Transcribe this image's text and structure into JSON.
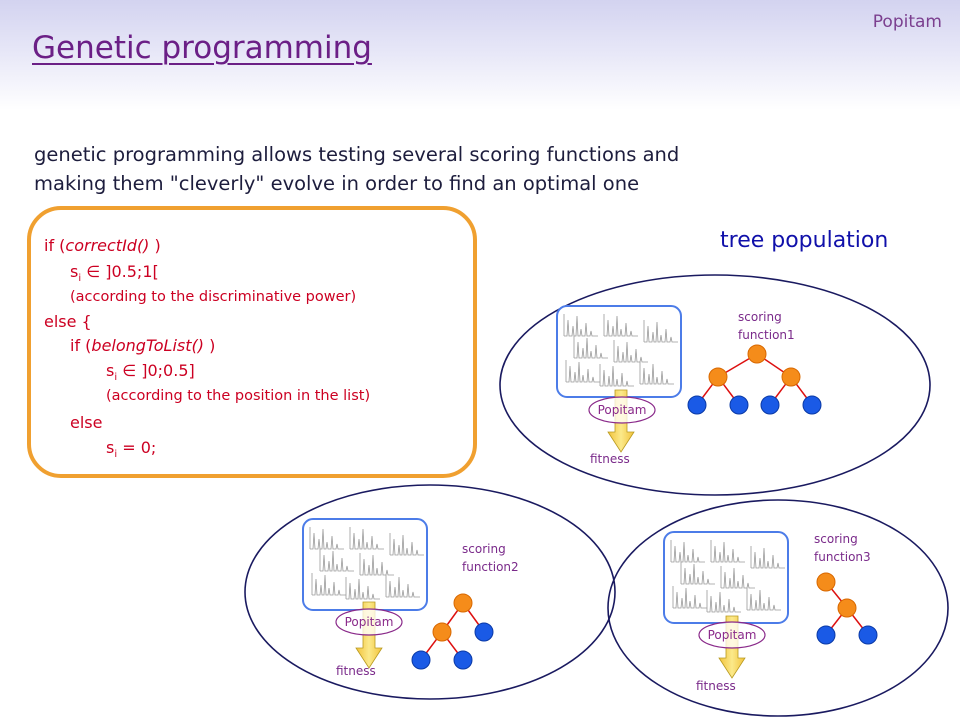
{
  "header": {
    "brand": "Popitam",
    "title": "Genetic programming"
  },
  "intro": {
    "line1": "genetic programming allows testing several scoring functions and",
    "line2": "making them \"cleverly\" evolve in order to find an optimal one"
  },
  "rule": {
    "if_kw": "if (",
    "if_fn": "correctId()",
    "if_close": " )",
    "s": "s",
    "sub": "i",
    "range1": " ∈ ]0.5;1[",
    "note1": "(according to the discriminative power)",
    "else_open": "else {",
    "inner_if_kw": "if (",
    "inner_if_fn": "belongToList()",
    "inner_if_close": " )",
    "range2": " ∈ ]0;0.5]",
    "note2": "(according to the position in the list)",
    "else_kw": "else",
    "assign": " = 0;"
  },
  "population_label": "tree population",
  "groups": [
    {
      "scoring": [
        "scoring",
        "function1"
      ],
      "engine": "Popitam",
      "output": "fitness"
    },
    {
      "scoring": [
        "scoring",
        "function2"
      ],
      "engine": "Popitam",
      "output": "fitness"
    },
    {
      "scoring": [
        "scoring",
        "function3"
      ],
      "engine": "Popitam",
      "output": "fitness"
    }
  ],
  "colors": {
    "title": "#6b1f86",
    "code": "#cc0022",
    "box_border": "#f0a030",
    "ellipse": "#1a1a60",
    "node_orange": "#f58c1a",
    "node_blue": "#1a5ae6",
    "edge": "#dd1010",
    "arrow": "#f6d94a"
  }
}
